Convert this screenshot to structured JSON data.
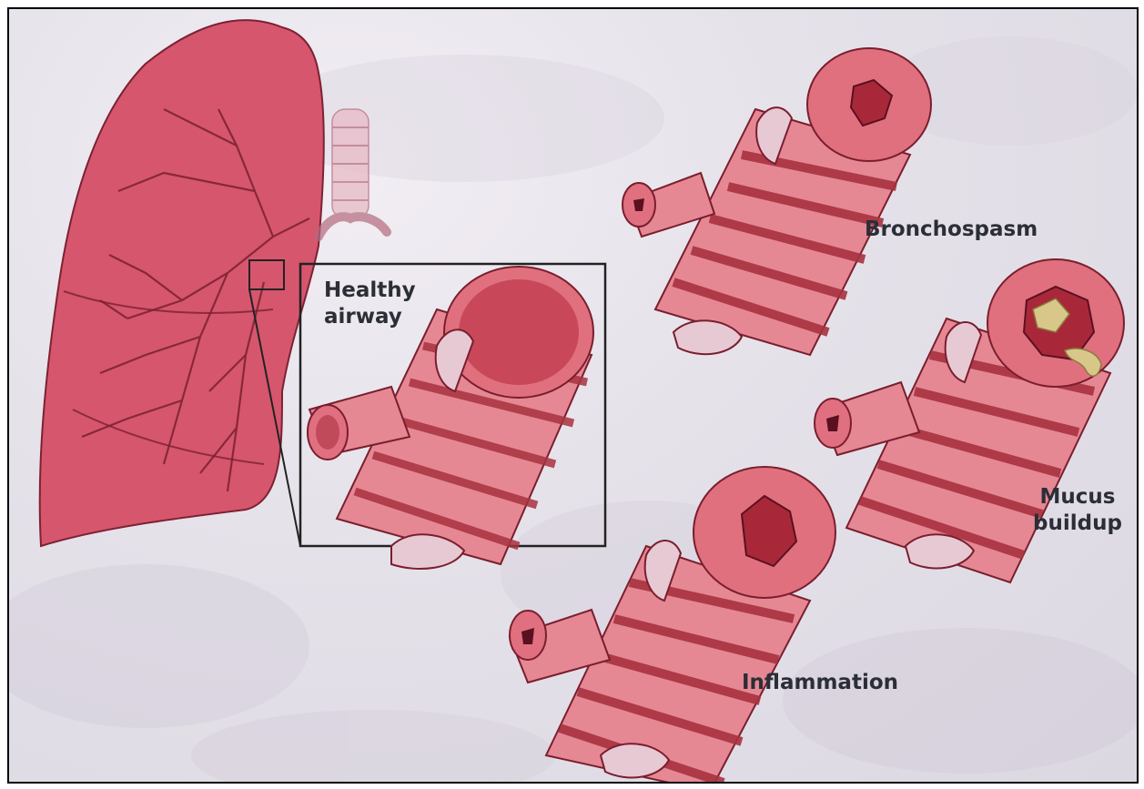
{
  "figure": {
    "labels": {
      "healthy_line1": "Healthy",
      "healthy_line2": "airway",
      "bronchospasm": "Bronchospasm",
      "mucus_line1": "Mucus",
      "mucus_line2": "buildup",
      "inflammation": "Inflammation"
    },
    "colors": {
      "lung": "#d8566e",
      "airway_pink": "#e88a96",
      "muscle_band": "#a8323f",
      "cartilage": "#e7c9d4",
      "lumen": "#b32437",
      "mucus": "#d9c78a",
      "background": "#e4e0e8"
    }
  }
}
